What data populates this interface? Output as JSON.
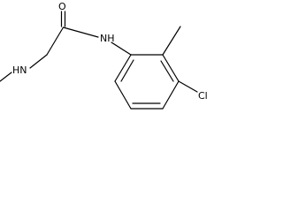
{
  "atoms": {
    "oxygen": "O",
    "amide_nitrogen": "NH",
    "amine_nitrogen": "HN",
    "chlorine": "Cl"
  },
  "colors": {
    "bond": "#000000",
    "label": "#000000",
    "background": "#ffffff"
  }
}
